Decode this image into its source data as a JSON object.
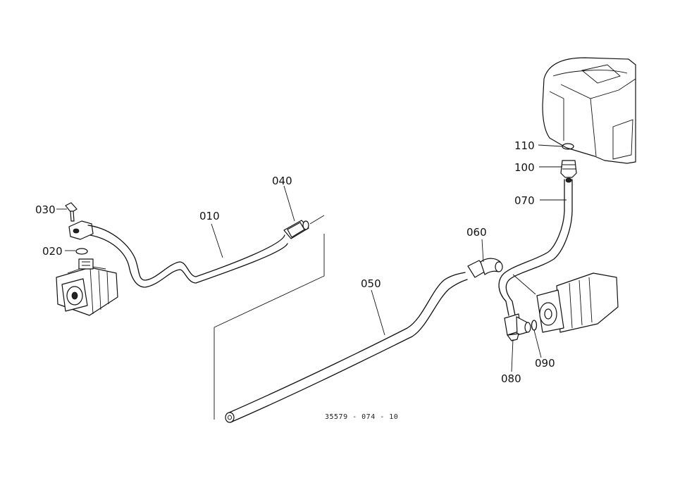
{
  "parts": {
    "p010": "010",
    "p020": "020",
    "p030": "030",
    "p040": "040",
    "p050": "050",
    "p060": "060",
    "p070": "070",
    "p080": "080",
    "p090": "090",
    "p100": "100",
    "p110": "110"
  },
  "drawing_code": "35579 - 074 - 10"
}
